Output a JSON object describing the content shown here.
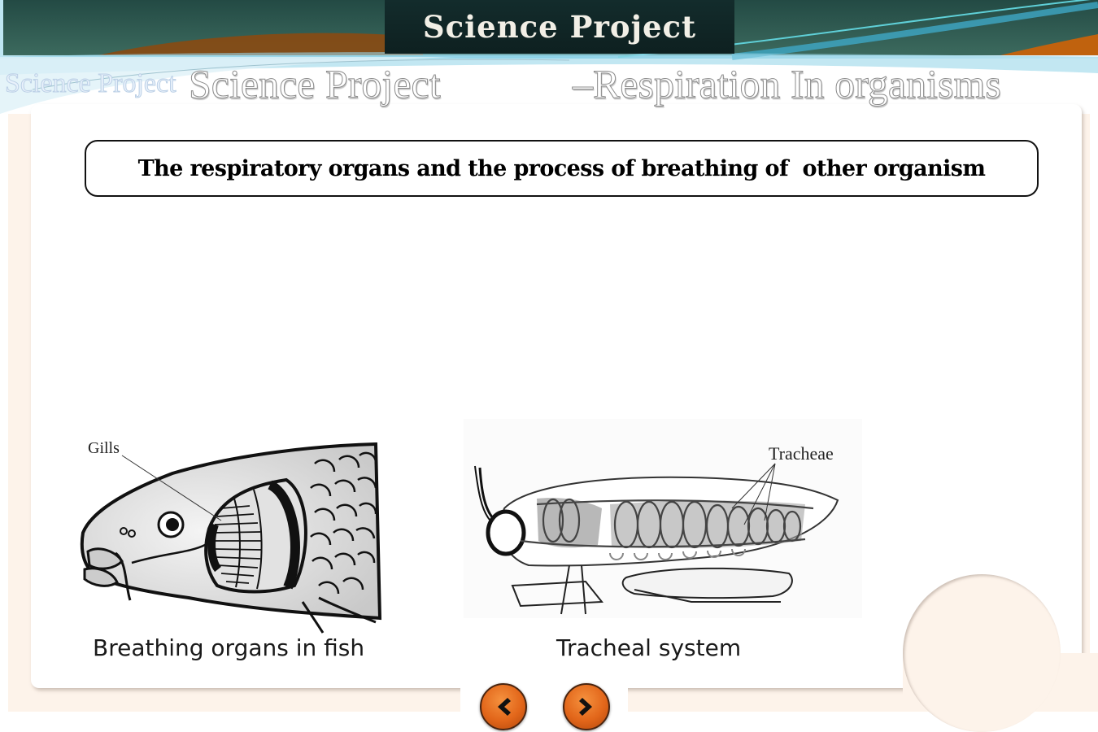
{
  "header": {
    "title": "Science Project",
    "colors": {
      "banner_teal": "#2e5a50",
      "plate_dark": "#132c2c",
      "accent_orange": "#c0560e",
      "accent_blue": "#2a8fb5"
    }
  },
  "subtitle": {
    "ghost_small": "Science Project",
    "main": "Science Project",
    "right": "–Respiration In organisms"
  },
  "heading": {
    "text": "The respiratory organs and the process of breathing of  other organism"
  },
  "figures": {
    "fish": {
      "label": "Gills",
      "caption": "Breathing organs in fish"
    },
    "insect": {
      "label": "Tracheae",
      "caption": "Tracheal system"
    }
  },
  "navigation": {
    "prev_icon": "chevron-left-icon",
    "next_icon": "chevron-right-icon",
    "button_color": "#e2661a"
  }
}
